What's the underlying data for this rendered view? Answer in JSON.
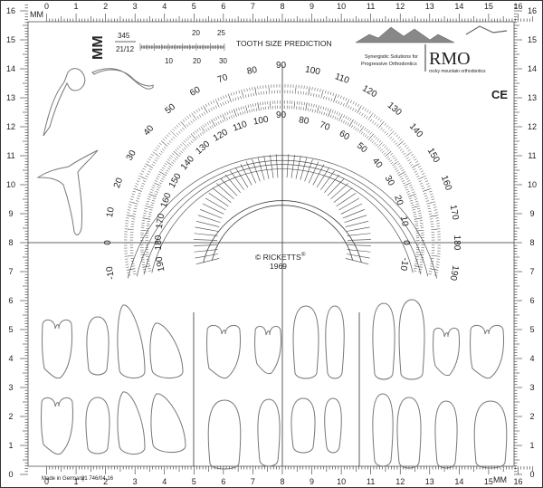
{
  "ruler": {
    "unit": "MM",
    "top_numbers": [
      "0",
      "1",
      "2",
      "3",
      "4",
      "5",
      "6",
      "7",
      "8",
      "9",
      "10",
      "11",
      "12",
      "13",
      "14",
      "15",
      "16"
    ],
    "bottom_numbers": [
      "0",
      "1",
      "2",
      "3",
      "4",
      "5",
      "6",
      "7",
      "8",
      "9",
      "10",
      "11",
      "12",
      "13",
      "14",
      "15",
      "16"
    ],
    "left_numbers": [
      "16",
      "15",
      "14",
      "13",
      "12",
      "11",
      "10",
      "9",
      "8",
      "7",
      "6",
      "5",
      "4",
      "3",
      "2",
      "1",
      "0"
    ],
    "right_numbers": [
      "16",
      "15",
      "14",
      "13",
      "12",
      "11",
      "10",
      "9",
      "8",
      "7",
      "6",
      "5",
      "4",
      "3",
      "2",
      "1",
      "0"
    ]
  },
  "header": {
    "mm_label": "MM",
    "fraction_top": "345",
    "fraction_bottom": "21/12",
    "scale_numbers_top": [
      "20",
      "25"
    ],
    "scale_numbers_bottom": [
      "10",
      "20",
      "30"
    ],
    "title": "TOOTH SIZE PREDICTION"
  },
  "brand": {
    "tagline_line1": "Synergistic Solutions for",
    "tagline_line2": "Progressive Orthodontics",
    "logo": "RMO",
    "logo_sub": "rocky mountain orthodontics",
    "ce": "CE"
  },
  "protractor": {
    "outer_labels": [
      "-10",
      "0",
      "10",
      "20",
      "30",
      "40",
      "50",
      "60",
      "70",
      "80",
      "90",
      "100",
      "110",
      "120",
      "130",
      "140",
      "150",
      "160",
      "170",
      "180",
      "190"
    ],
    "inner_labels": [
      "190",
      "180",
      "170",
      "160",
      "150",
      "140",
      "130",
      "120",
      "110",
      "100",
      "90",
      "80",
      "70",
      "60",
      "50",
      "40",
      "30",
      "20",
      "10",
      "0",
      "-10"
    ],
    "center_top": "90",
    "center_bottom": "90",
    "credit_line1": "© RICKETTS",
    "credit_reg": "®",
    "credit_line2": "1969"
  },
  "footer": {
    "made_in": "Made in Germany",
    "code": "21 746/04.16"
  }
}
